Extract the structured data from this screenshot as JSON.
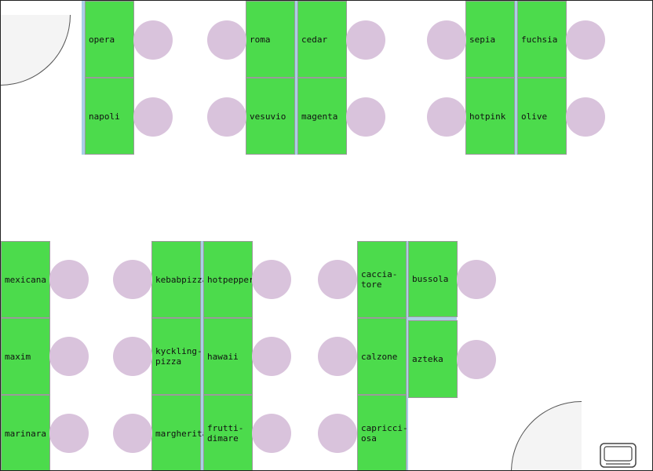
{
  "colors": {
    "desk": "#4cdb4c",
    "chair": "#d9c3dc",
    "divider": "#a9cfe6",
    "door": "#f4f4f4"
  },
  "icons": {
    "door": "door-swing-icon",
    "printer": "printer-icon"
  },
  "desks": [
    {
      "label": "opera"
    },
    {
      "label": "napoli"
    },
    {
      "label": "roma"
    },
    {
      "label": "vesuvio"
    },
    {
      "label": "cedar"
    },
    {
      "label": "magenta"
    },
    {
      "label": "sepia"
    },
    {
      "label": "hotpink"
    },
    {
      "label": "fuchsia"
    },
    {
      "label": "olive"
    },
    {
      "label": "mexicana"
    },
    {
      "label": "maxim"
    },
    {
      "label": "marinara"
    },
    {
      "label": "kebabpizza"
    },
    {
      "label": "kyckling-\npizza"
    },
    {
      "label": "margherita"
    },
    {
      "label": "hotpepper"
    },
    {
      "label": "hawaii"
    },
    {
      "label": "frutti-\ndimare"
    },
    {
      "label": "caccia-\ntore"
    },
    {
      "label": "calzone"
    },
    {
      "label": "capricci-\nosa"
    },
    {
      "label": "bussola"
    },
    {
      "label": "azteka"
    }
  ]
}
